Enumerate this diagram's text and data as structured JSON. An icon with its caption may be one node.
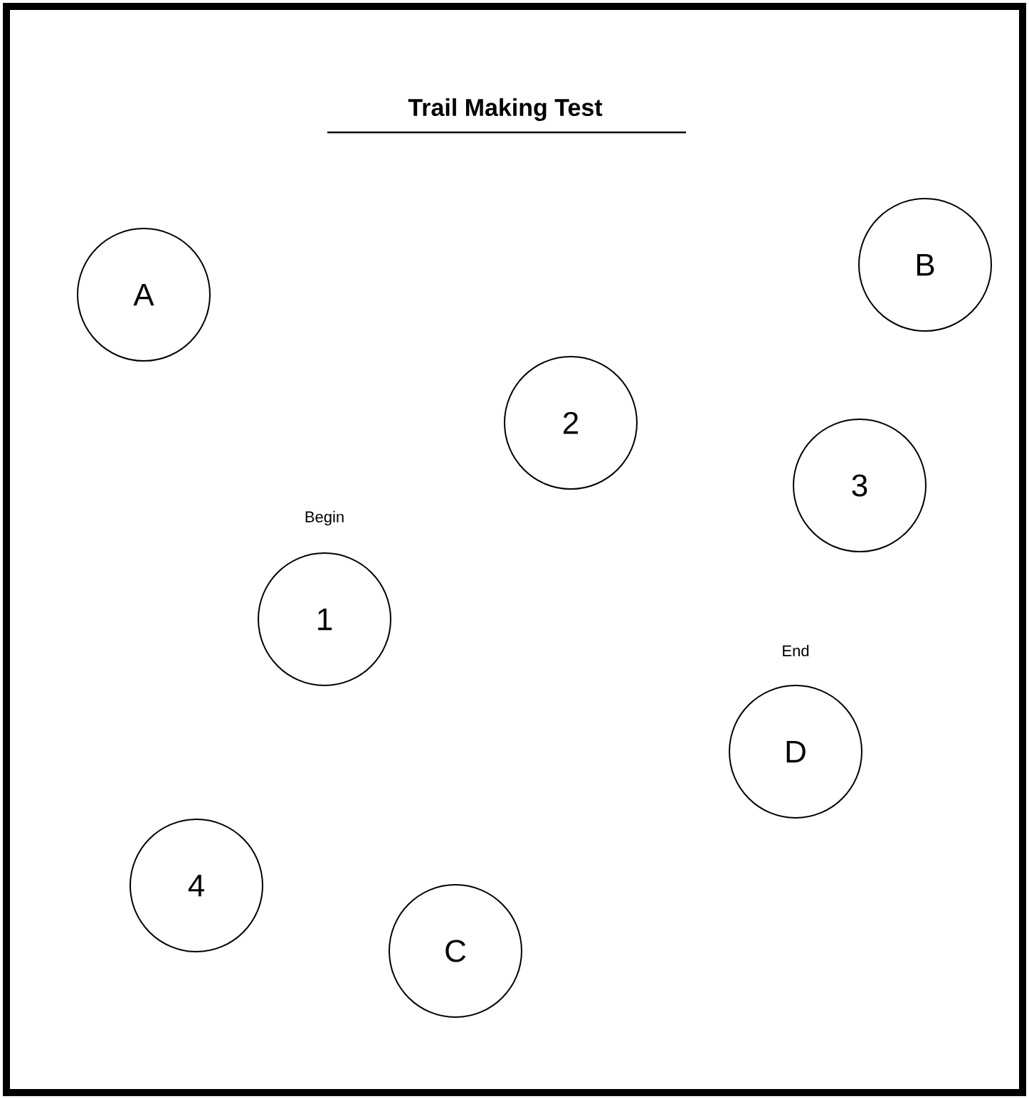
{
  "diagram": {
    "title": "Trail Making Test",
    "nodes": [
      {
        "text": [
          "A"
        ]
      },
      {
        "text": [
          "B"
        ]
      },
      {
        "text": [
          "2"
        ]
      },
      {
        "text": [
          "3"
        ]
      },
      {
        "text": [
          "1"
        ],
        "beside": [
          "Begin"
        ]
      },
      {
        "text": [
          "D"
        ],
        "beside": [
          "End"
        ]
      },
      {
        "text": [
          "4"
        ]
      },
      {
        "text": [
          "C"
        ]
      }
    ]
  }
}
